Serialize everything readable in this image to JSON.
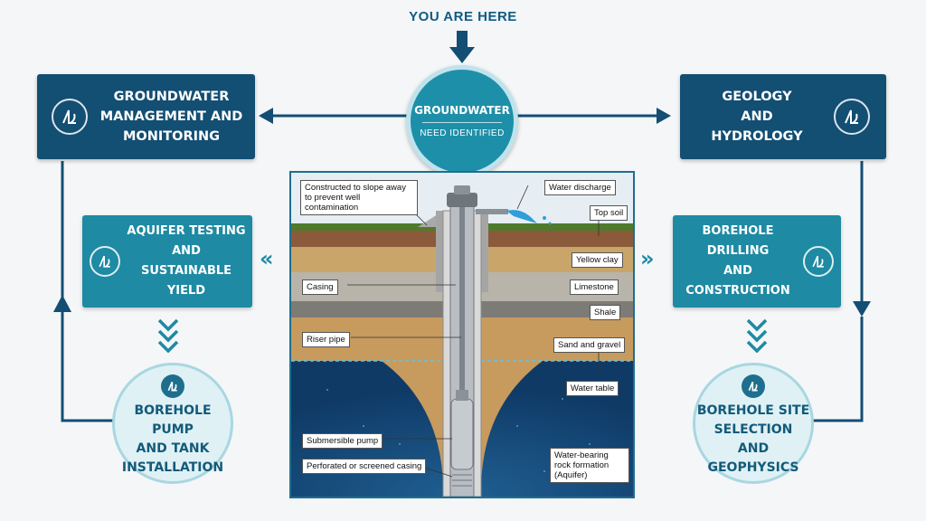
{
  "header": {
    "you_are_here": "YOU ARE HERE"
  },
  "center_node": {
    "title": "GROUNDWATER",
    "subtitle": "NEED IDENTIFIED"
  },
  "steps": {
    "management": {
      "line1": "GROUNDWATER",
      "line2": "MANAGEMENT AND",
      "line3": "MONITORING"
    },
    "geology": {
      "line1": "GEOLOGY",
      "line2": "AND",
      "line3": "HYDROLOGY"
    },
    "aquifer_testing": {
      "line1": "AQUIFER TESTING AND",
      "line2": "SUSTAINABLE YIELD"
    },
    "drilling": {
      "line1": "BOREHOLE DRILLING",
      "line2": "AND CONSTRUCTION"
    },
    "pump": {
      "line1": "BOREHOLE PUMP",
      "line2": "AND TANK",
      "line3": "INSTALLATION"
    },
    "site_selection": {
      "line1": "BOREHOLE SITE",
      "line2": "SELECTION",
      "line3": "AND GEOPHYSICS"
    }
  },
  "well_diagram": {
    "labels": {
      "slope": "Constructed to slope away to prevent well contamination",
      "water_discharge": "Water discharge",
      "top_soil": "Top soil",
      "yellow_clay": "Yellow clay",
      "casing": "Casing",
      "limestone": "Limestone",
      "shale": "Shale",
      "riser_pipe": "Riser pipe",
      "sand_gravel": "Sand and gravel",
      "water_table": "Water table",
      "submersible_pump": "Submersible pump",
      "aquifer": "Water-bearing rock formation (Aquifer)",
      "perforated_casing": "Perforated or screened casing"
    }
  },
  "colors": {
    "dark_box": "#134e73",
    "teal_box": "#1e8aa3",
    "circle_fill": "#dff1f5",
    "center_circle": "#1e8fa8",
    "arrow": "#134e73"
  },
  "icons": {
    "logo": "rl-monogram-icon",
    "arrows": [
      "arrow-down-icon",
      "arrow-left-icon",
      "arrow-right-icon",
      "chevron-double-icon"
    ]
  }
}
